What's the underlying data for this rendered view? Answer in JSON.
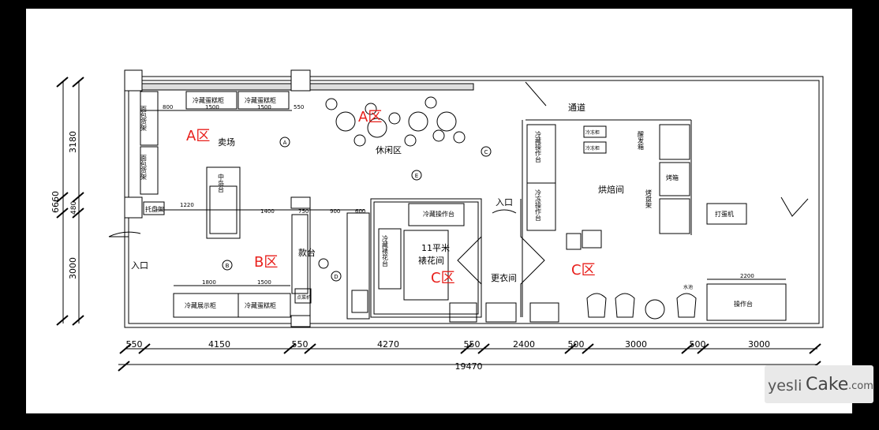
{
  "zones": {
    "a": "A区",
    "b": "B区",
    "c": "C区"
  },
  "rooms": {
    "sales_floor": "卖场",
    "lounge": "休闲区",
    "passage": "通道",
    "baking_room": "烘焙间",
    "changing_room": "更衣间",
    "decorating_room_area": "11平米",
    "decorating_room": "裱花间",
    "cashier": "款台",
    "entrance": "入口"
  },
  "fixtures": {
    "bread_rack_1": "面包货架",
    "bread_rack_2": "面包货架",
    "island": "中岛台",
    "tray_rack": "托盘架",
    "cold_display_1": "冷藏蛋糕柜",
    "cold_display_2": "冷藏蛋糕柜",
    "cold_display_left": "冷藏展示柜",
    "cold_display_right": "冷藏蛋糕柜",
    "stool": "点菜机",
    "cold_work_table": "冷藏操作台",
    "cold_storage_left": "冷藏操作台",
    "cold_storage_right": "冷冻操作台",
    "decor_table": "冷藏裱花台",
    "proofer": "醒发箱",
    "oven": "烤箱",
    "mixer_label": "打蛋机",
    "work_table": "操作台",
    "sink_label": "水池",
    "rack_1": "冷冻柜",
    "rack_2": "冷冻柜",
    "tall_rack": "烤盘架"
  },
  "markers": [
    "A",
    "B",
    "C",
    "D",
    "E"
  ],
  "dims_top": {
    "d800": "800",
    "d1500a": "1500",
    "d1500b": "1500",
    "d550": "550"
  },
  "dims_mid": {
    "d1220": "1220",
    "d1400": "1400",
    "d750": "750",
    "d900": "900",
    "d600": "600",
    "d1800": "1800",
    "d1500": "1500",
    "d2200": "2200"
  },
  "dims_left": {
    "total": "6660",
    "upper": "3180",
    "mid": "480",
    "lower": "3000"
  },
  "dims_bottom": {
    "segments": [
      "550",
      "4150",
      "550",
      "4270",
      "550",
      "2400",
      "500",
      "3000",
      "500",
      "3000"
    ],
    "total": "19470"
  },
  "watermark": {
    "left": "yesli",
    "mid": "Cake",
    "right": ".com"
  },
  "colors": {
    "zone_text": "#e8201c",
    "line": "#000000",
    "paper": "#ffffff",
    "frame": "#000000"
  }
}
